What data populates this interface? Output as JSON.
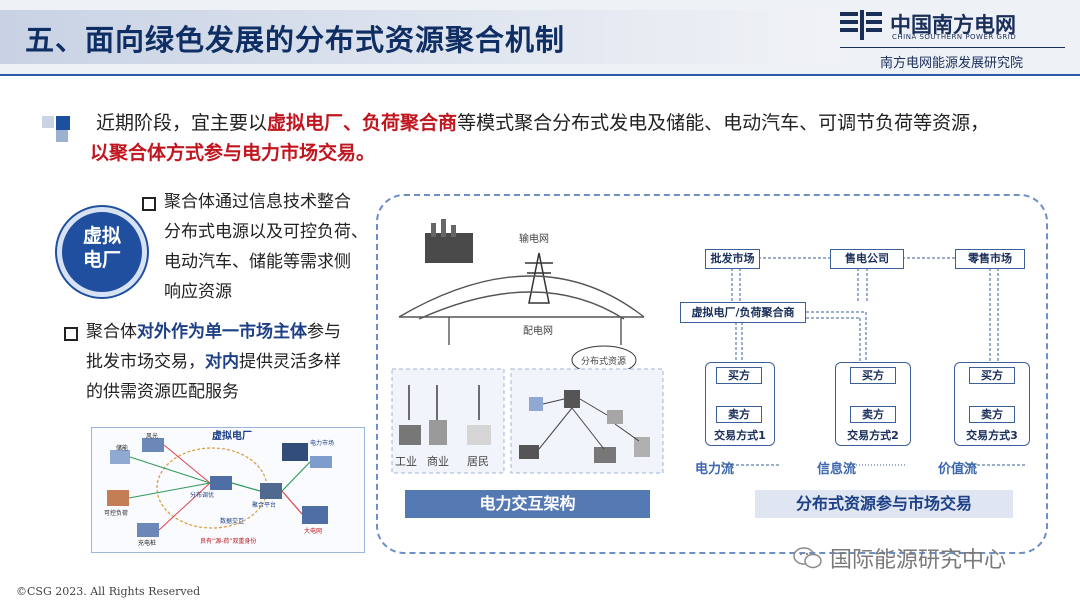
{
  "header": {
    "title": "五、面向绿色发展的分布式资源聚合机制",
    "logo_cn": "中国南方电网",
    "logo_en": "CHINA SOUTHERN POWER GRID",
    "org_name": "南方电网能源发展研究院"
  },
  "intro": {
    "p1_prefix": "近期阶段，宜主要以",
    "p1_kw1": "虚拟电厂",
    "p1_sep": "、",
    "p1_kw2": "负荷聚合商",
    "p1_suffix": "等模式聚合分布式发电及储能、电动汽车、可调节负荷等资源，",
    "p2": "以聚合体方式参与电力市场交易。"
  },
  "vpp_badge": {
    "line1": "虚拟",
    "line2": "电厂"
  },
  "bullets": {
    "b1": [
      "聚合体通过信息技术整合",
      "分布式电源以及可控负荷、",
      "电动汽车、储能等需求侧",
      "响应资源"
    ],
    "b2_l1_a": "聚合体",
    "b2_l1_b": "对外作为单一市场主体",
    "b2_l1_c": "参与",
    "b2_l2_a": "批发市场交易，",
    "b2_l2_b": "对内",
    "b2_l2_c": "提供灵活多样",
    "b2_l3": "的供需资源匹配服务"
  },
  "small_diagram": {
    "title": "虚拟电厂",
    "labels": [
      "储能",
      "风光",
      "可控负荷",
      "充电桩",
      "分布调优",
      "聚合平台",
      "电力市场",
      "大电网",
      "数据交互",
      "良有“源-荷”双重身份"
    ]
  },
  "architecture": {
    "transmission": "输电网",
    "distribution": "配电网",
    "distributed": "分布式资源",
    "loads": [
      "工业",
      "商业",
      "居民"
    ],
    "caption": "电力交互架构"
  },
  "market": {
    "wholesale": "批发市场",
    "retailer": "售电公司",
    "retail": "零售市场",
    "aggregator": "虚拟电厂/负荷聚合商",
    "buyer": "买方",
    "seller": "卖方",
    "modes": [
      "交易方式1",
      "交易方式2",
      "交易方式3"
    ],
    "flows": [
      "电力流",
      "信息流",
      "价值流"
    ],
    "caption": "分布式资源参与市场交易"
  },
  "footer": {
    "copyright": "©CSG 2023. All Rights Reserved",
    "watermark": "国际能源研究中心"
  }
}
